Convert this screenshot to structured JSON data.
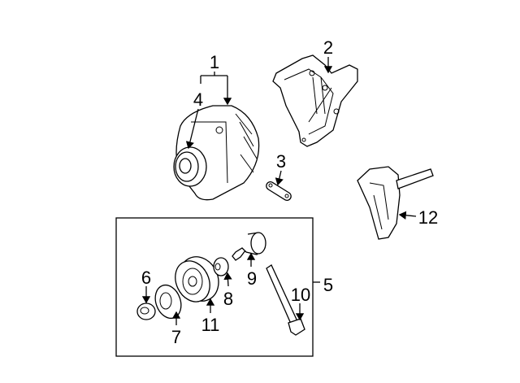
{
  "diagram": {
    "callouts": {
      "c1": "1",
      "c2": "2",
      "c3": "3",
      "c4": "4",
      "c5": "5",
      "c6": "6",
      "c7": "7",
      "c8": "8",
      "c9": "9",
      "c10": "10",
      "c11": "11",
      "c12": "12"
    },
    "colors": {
      "line": "#000000",
      "background": "#ffffff"
    }
  }
}
